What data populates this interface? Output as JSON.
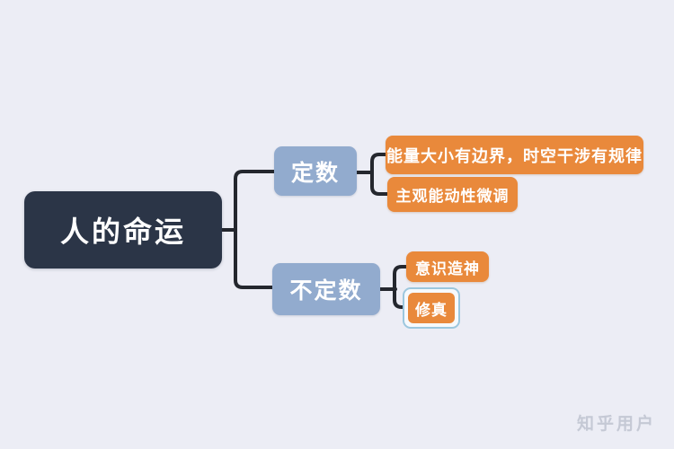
{
  "colors": {
    "background": "#ecedf5",
    "root_node_bg": "#2b3547",
    "branch_node_bg": "#92abce",
    "leaf_node_bg": "#e9893b",
    "node_text": "#ffffff",
    "connector_line": "#24272e",
    "selection_ring": "#9cc7de",
    "watermark_text": "#c5c9d5"
  },
  "mindmap": {
    "root": {
      "label": "人的命运"
    },
    "branches": [
      {
        "label": "定数",
        "children": [
          {
            "label": "能量大小有边界，时空干涉有规律"
          },
          {
            "label": "主观能动性微调"
          }
        ]
      },
      {
        "label": "不定数",
        "children": [
          {
            "label": "意识造神"
          },
          {
            "label": "修真",
            "selected": true
          }
        ]
      }
    ]
  },
  "watermark": {
    "text": "知乎用户"
  }
}
